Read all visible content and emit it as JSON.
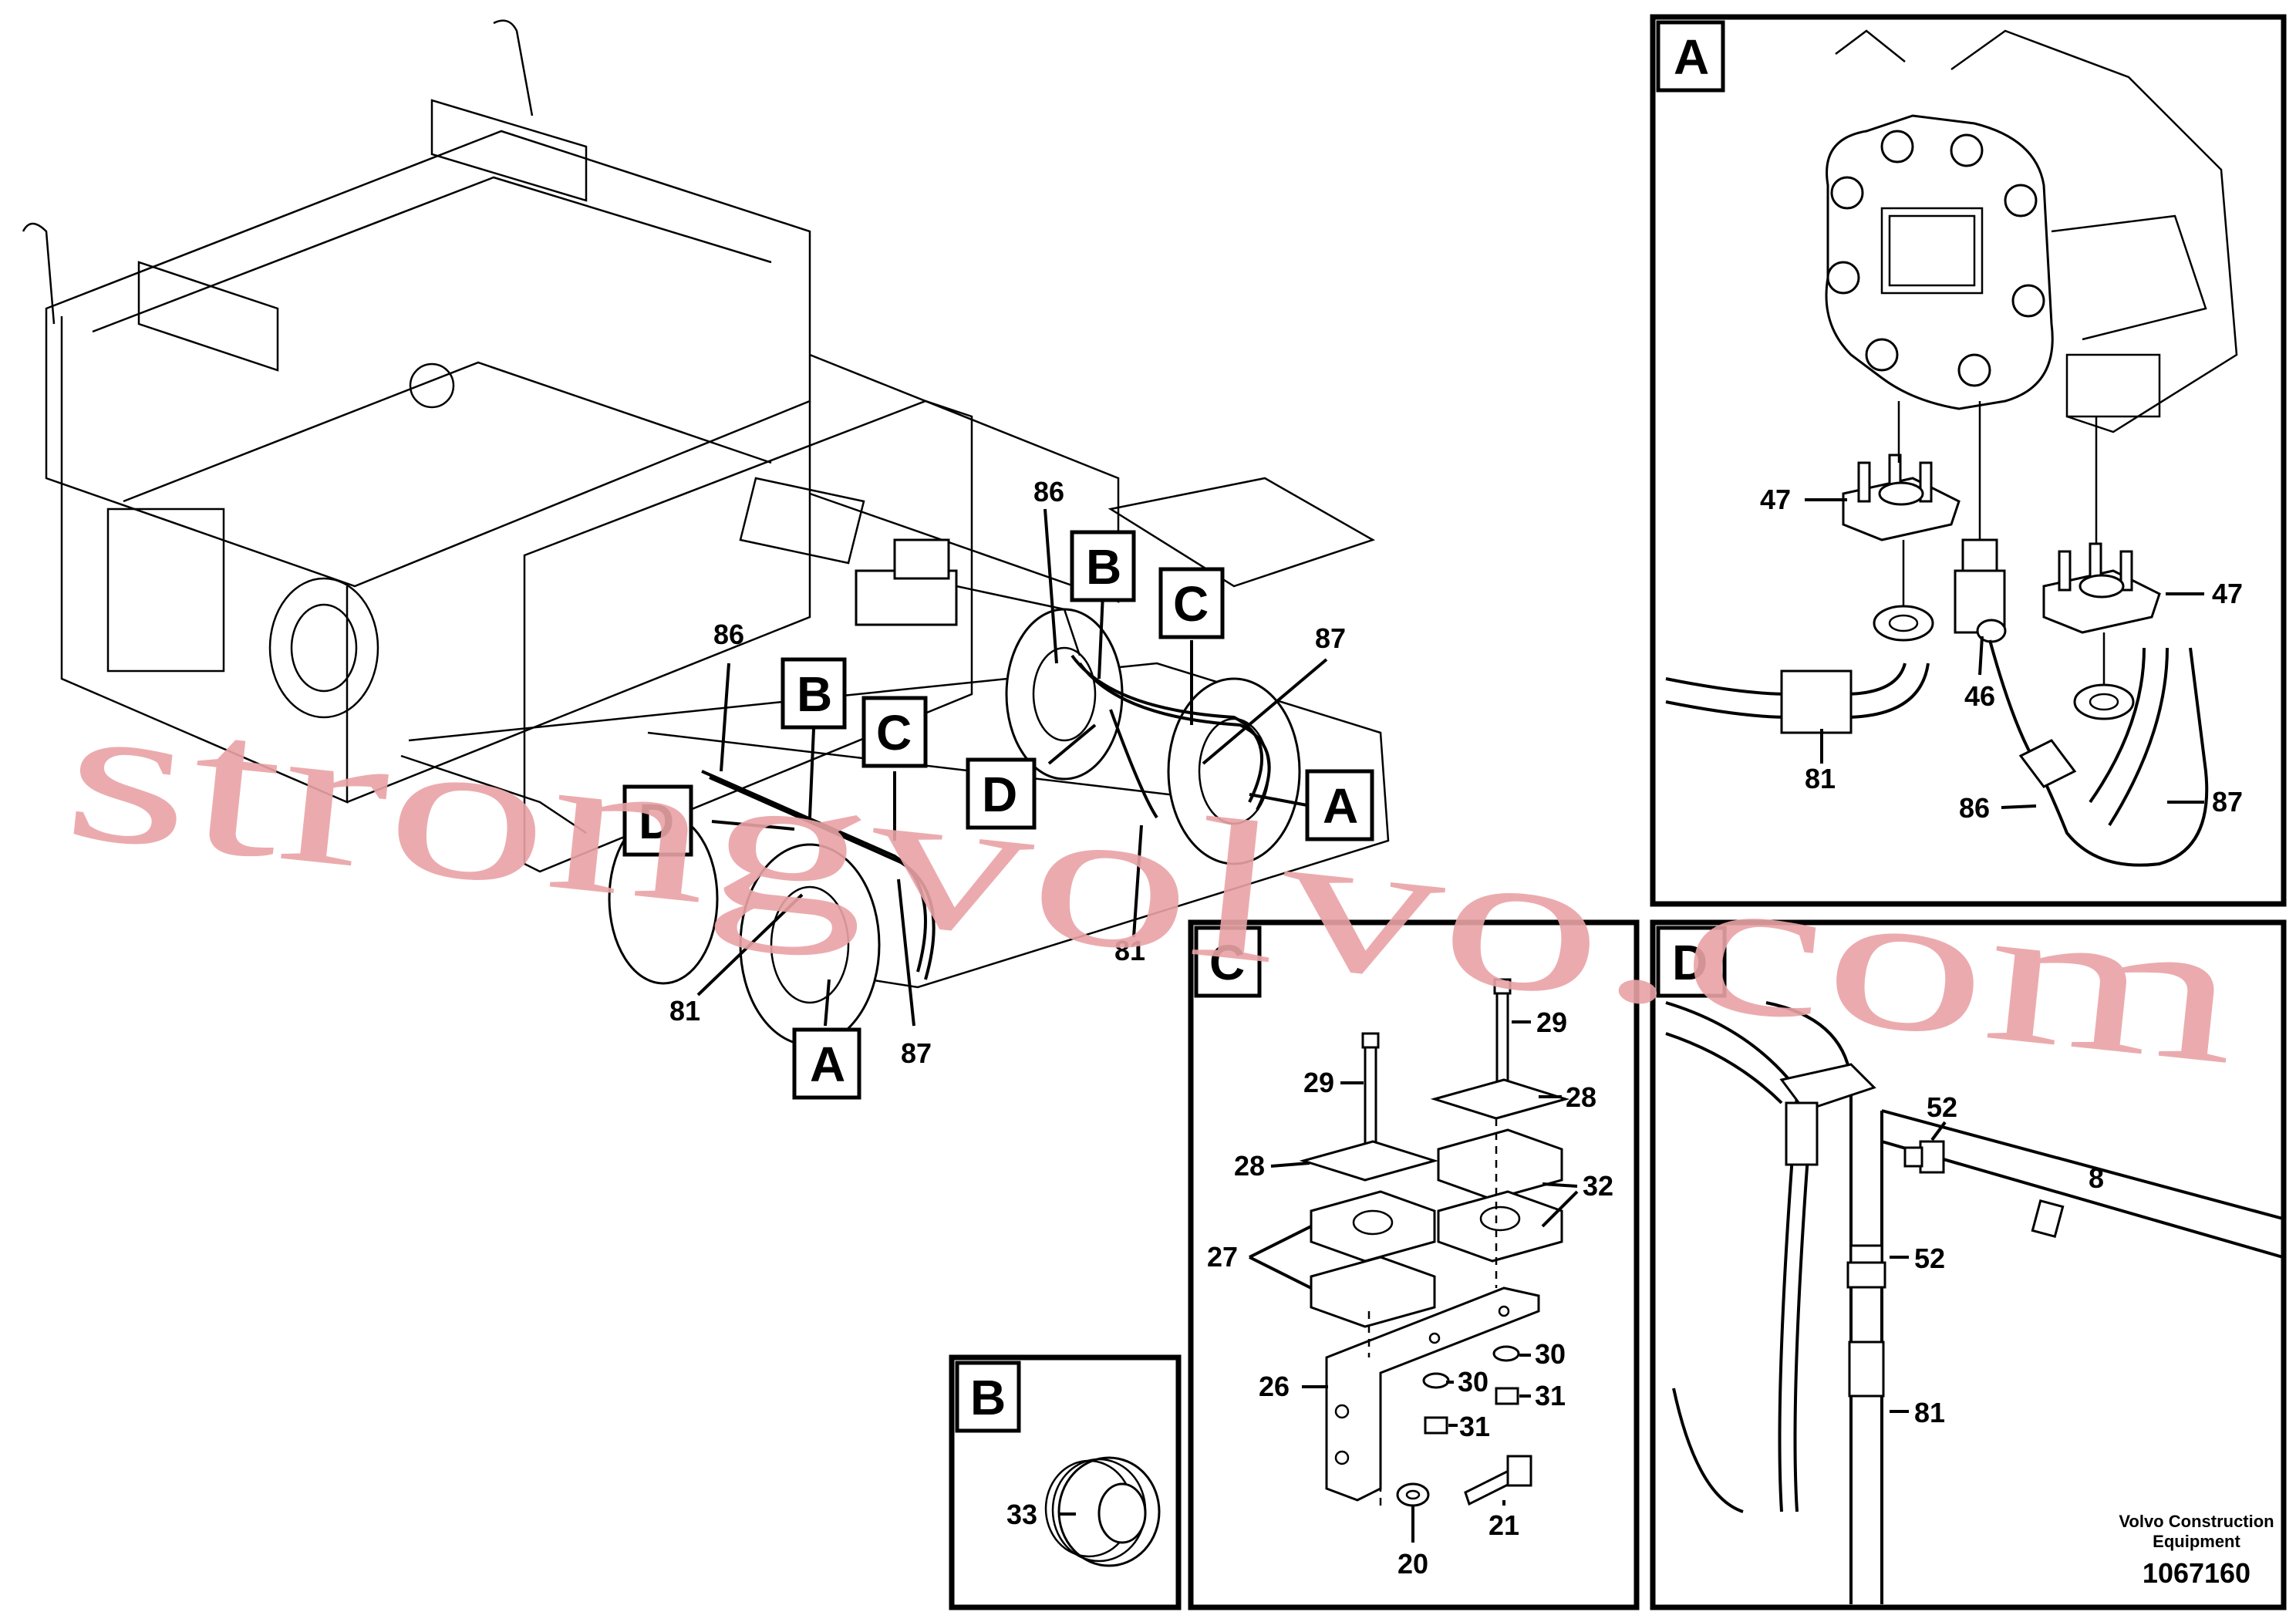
{
  "main_callouts": {
    "c86_left": "86",
    "c86_right": "86",
    "c87_right": "87",
    "c87_left": "87",
    "c81_left": "81",
    "c81_right": "81",
    "b_left": "B",
    "c_left": "C",
    "d_left": "D",
    "a_left": "A",
    "b_right": "B",
    "c_right": "C",
    "d_right": "D",
    "a_right": "A"
  },
  "panel_a": {
    "label": "A",
    "c47_left": "47",
    "c47_right": "47",
    "c46": "46",
    "c81": "81",
    "c86": "86",
    "c87": "87"
  },
  "panel_b": {
    "label": "B",
    "c33": "33"
  },
  "panel_c": {
    "label": "C",
    "c29_left": "29",
    "c29_right": "29",
    "c28_left": "28",
    "c28_right": "28",
    "c32": "32",
    "c27": "27",
    "c26": "26",
    "c30_mid": "30",
    "c30_right": "30",
    "c31_mid": "31",
    "c31_right": "31",
    "c20": "20",
    "c21": "21"
  },
  "panel_d": {
    "label": "D",
    "c52_top": "52",
    "c52_mid": "52",
    "c8": "8",
    "c81": "81"
  },
  "footer": {
    "company_line1": "Volvo Construction",
    "company_line2": "Equipment",
    "drawing_number": "1067160"
  },
  "watermark": "strongvolvo.com"
}
